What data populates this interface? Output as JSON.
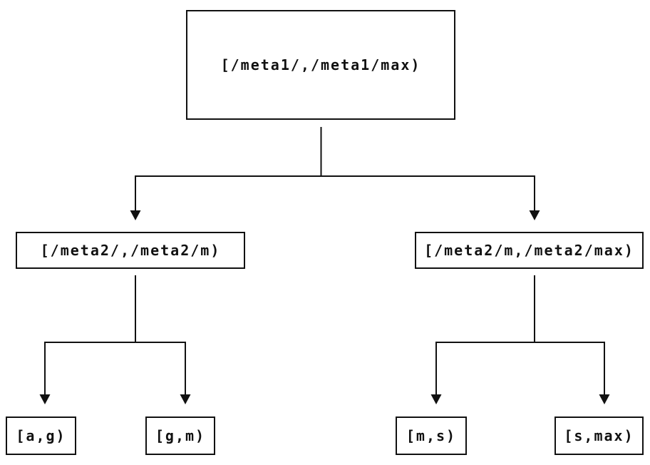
{
  "diagram": {
    "type": "tree",
    "background_color": "#ffffff",
    "line_color": "#111111",
    "nodes": {
      "root": "[/meta1/,/meta1/max)",
      "left_child": "[/meta2/,/meta2/m)",
      "right_child": "[/meta2/m,/meta2/max)",
      "leaf_a_g": "[a,g)",
      "leaf_g_m": "[g,m)",
      "leaf_m_s": "[m,s)",
      "leaf_s_max": "[s,max)"
    }
  }
}
